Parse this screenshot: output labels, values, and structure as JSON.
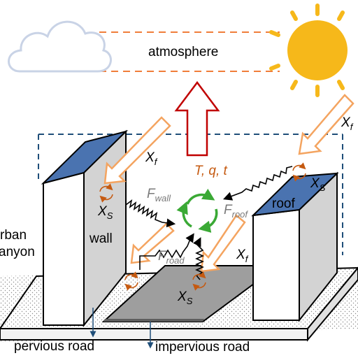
{
  "labels": {
    "atmosphere": "atmosphere",
    "tqt": "T, q, t",
    "wall": "wall",
    "roof": "roof",
    "urban_canyon_line1": "rban",
    "urban_canyon_line2": "anyon",
    "pervious_road": "pervious road",
    "impervious_road": "impervious road",
    "xf": "X",
    "xf_sub": "f",
    "xs": "X",
    "xs_sub": "S",
    "f": "F",
    "f_wall_sub": "wall",
    "f_roof_sub": "roof",
    "f_road_sub": "road"
  },
  "colors": {
    "sun": "#f6b81a",
    "cloud_fill": "#ffffff",
    "cloud_stroke": "#c9d3e6",
    "orange_arrow": "#f4a460",
    "orange_text": "#c55a11",
    "red_arrow": "#c00000",
    "green_cycle": "#3aa935",
    "building_roof": "#4a73b0",
    "navy_dash": "#1f4e79",
    "impervious_road": "#9e9e9e",
    "flux_text": "#7a7a7a"
  },
  "icons": [
    "sun-icon",
    "cloud-icon",
    "cycle-icon",
    "local-cycle-icon"
  ]
}
